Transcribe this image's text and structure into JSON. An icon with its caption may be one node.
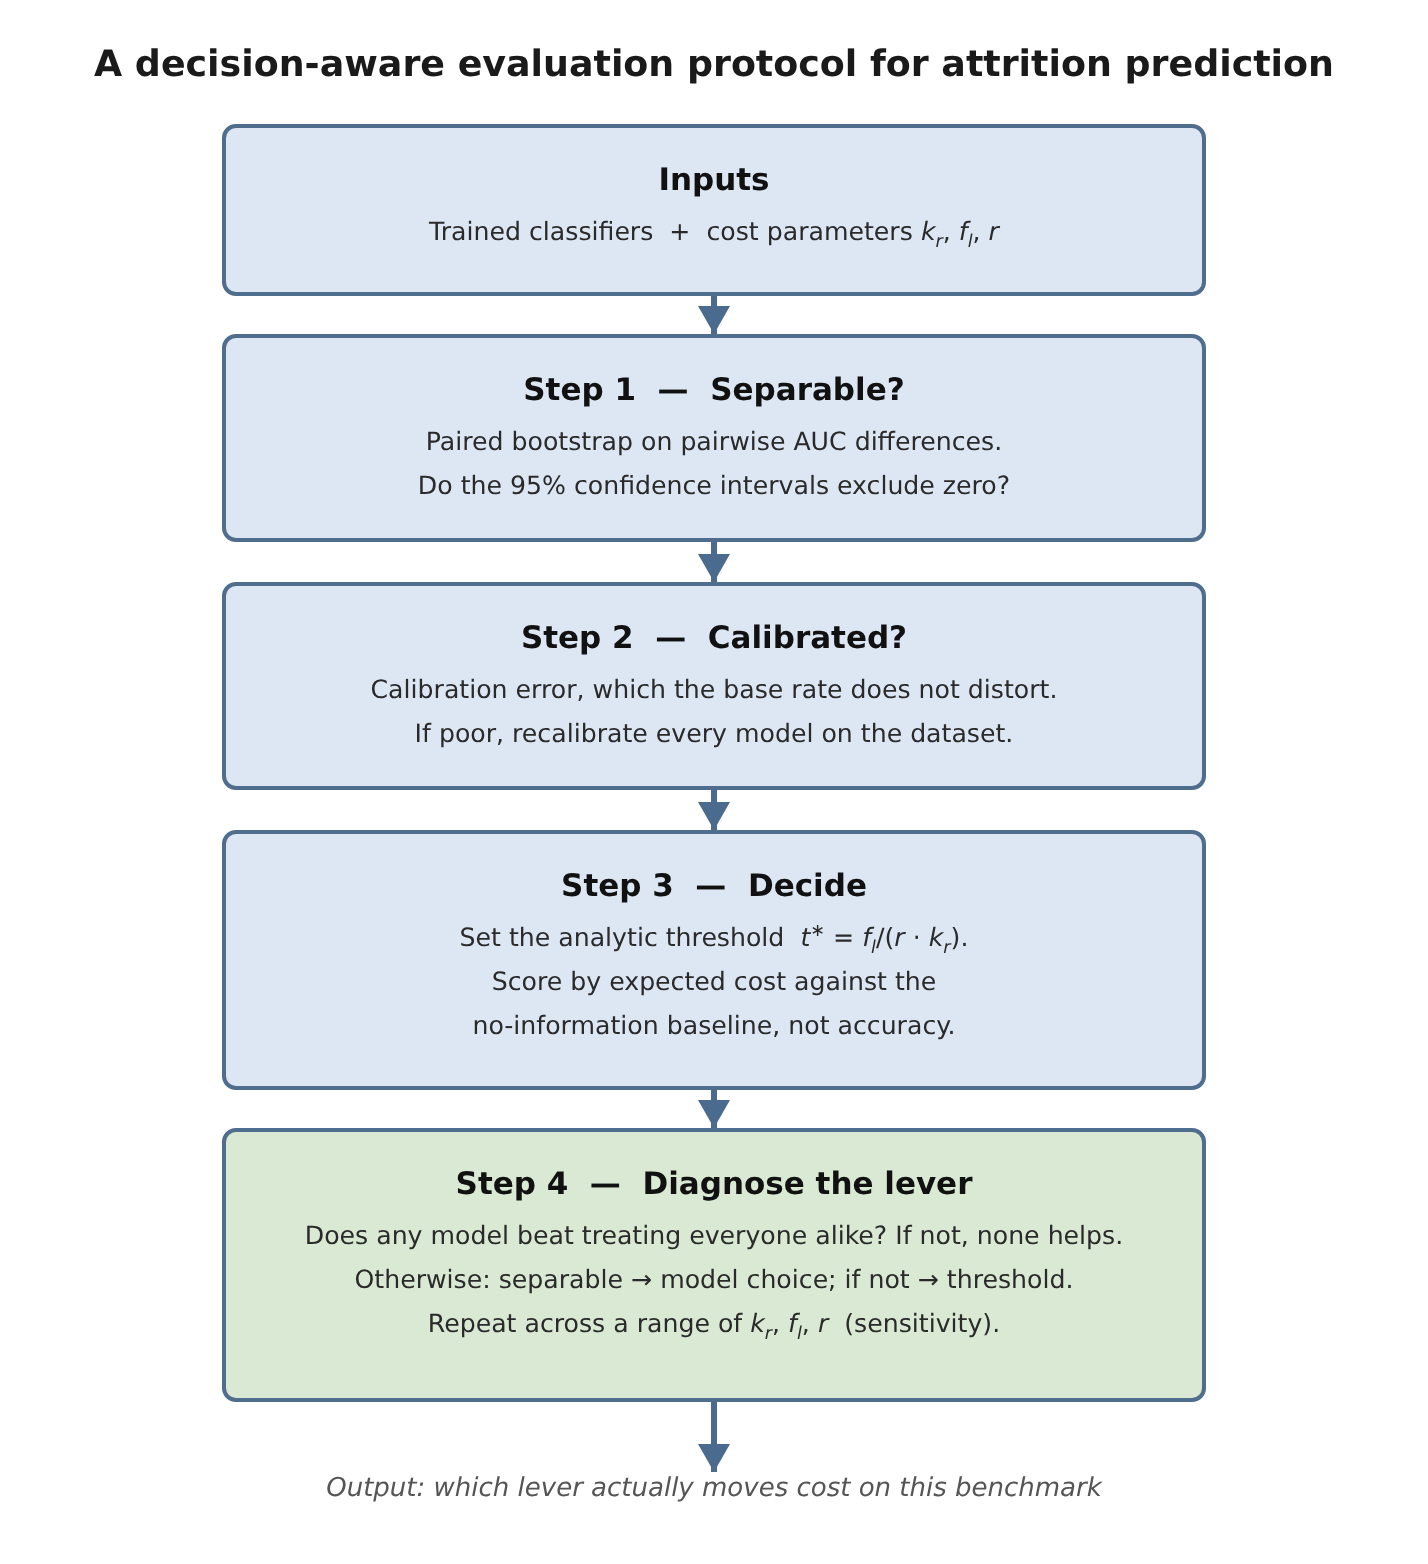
{
  "diagram": {
    "title": "A decision-aware evaluation protocol for attrition prediction",
    "nodes": [
      {
        "text": [
          "Inputs",
          "Trained classifiers  +  cost parameters *k*$_{r}$, *f*$_{l}$, *r*"
        ]
      },
      {
        "text": [
          "Step 1  —  Separable?",
          "Paired bootstrap on pairwise AUC differences.",
          "Do the 95% confidence intervals exclude zero?"
        ]
      },
      {
        "text": [
          "Step 2  —  Calibrated?",
          "Calibration error, which the base rate does not distort.",
          "If poor, recalibrate every model on the dataset."
        ]
      },
      {
        "text": [
          "Step 3  —  Decide",
          "Set the analytic threshold  *t*$^{∗}$ = *f*$_{l}$/(*r* ⋅ *k*$_{r}$).",
          "Score by expected cost against the no-information baseline, not accuracy."
        ]
      },
      {
        "text": [
          "Step 4  —  Diagnose the lever",
          "Does any model beat treating everyone alike? If not, none helps.",
          "Otherwise: separable → model choice; if not → threshold.",
          "Repeat across a range of *k*$_{r}$, *f*$_{l}$, *r*  (sensitivity)."
        ]
      },
      {
        "text": [
          "Output: which lever actually moves cost on this benchmark"
        ]
      }
    ],
    "edges": [
      {
        "from": 0,
        "to": 1,
        "arrow": "to"
      },
      {
        "from": 1,
        "to": 2,
        "arrow": "to"
      },
      {
        "from": 2,
        "to": 3,
        "arrow": "to"
      },
      {
        "from": 3,
        "to": 4,
        "arrow": "to"
      },
      {
        "from": 4,
        "to": 5,
        "arrow": "to"
      }
    ]
  }
}
